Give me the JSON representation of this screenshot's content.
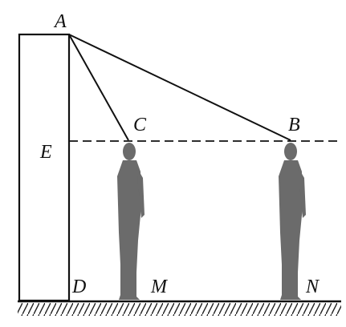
{
  "labels": {
    "A": "A",
    "B": "B",
    "C": "C",
    "D": "D",
    "E": "E",
    "M": "M",
    "N": "N"
  },
  "colors": {
    "line": "#111111",
    "silhouette": "#6d6d6d",
    "ground_hatch": "#222222",
    "background": "#ffffff"
  }
}
